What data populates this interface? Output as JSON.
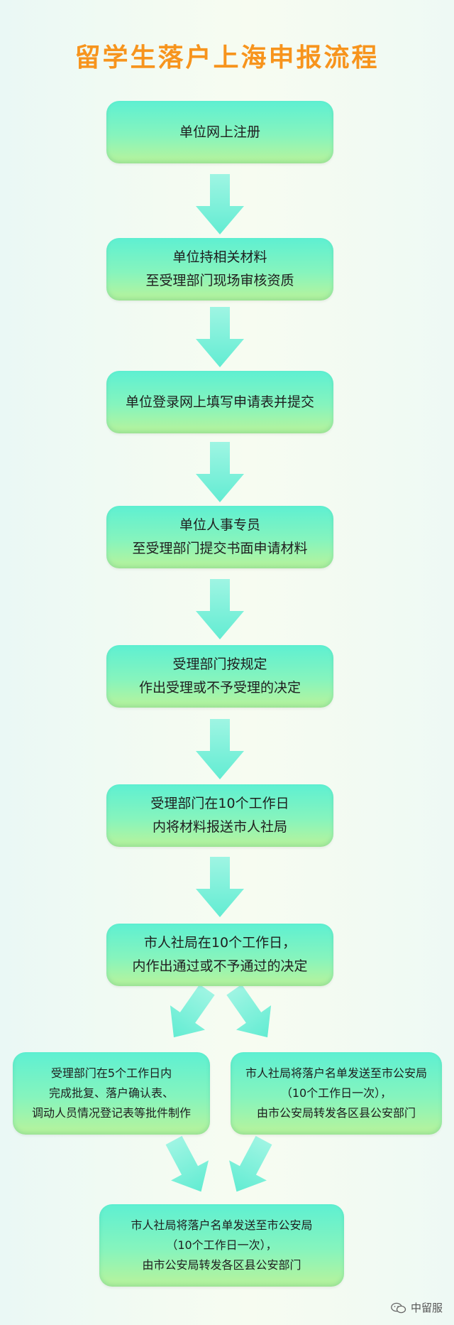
{
  "title": "留学生落户上海申报流程",
  "steps": [
    {
      "lines": [
        "单位网上注册"
      ]
    },
    {
      "lines": [
        "单位持相关材料",
        "至受理部门现场审核资质"
      ]
    },
    {
      "lines": [
        "单位登录网上填写申请表并提交"
      ]
    },
    {
      "lines": [
        "单位人事专员",
        "至受理部门提交书面申请材料"
      ]
    },
    {
      "lines": [
        "受理部门按规定",
        "作出受理或不予受理的决定"
      ]
    },
    {
      "lines": [
        "受理部门在10个工作日",
        "内将材料报送市人社局"
      ]
    },
    {
      "lines": [
        "市人社局在10个工作日，",
        "内作出通过或不予通过的决定"
      ]
    }
  ],
  "branches": {
    "left": {
      "lines": [
        "受理部门在5个工作日内",
        "完成批复、落户确认表、",
        "调动人员情况登记表等批件制作"
      ]
    },
    "right": {
      "lines": [
        "市人社局将落户名单发送至市公安局",
        "（10个工作日一次），",
        "由市公安局转发各区县公安部门"
      ]
    }
  },
  "final": {
    "lines": [
      "市人社局将落户名单发送至市公安局",
      "（10个工作日一次），",
      "由市公安局转发各区县公安部门"
    ]
  },
  "watermark": {
    "icon": "wechat-icon",
    "text": "中留服"
  },
  "colors": {
    "title": "#f7941d",
    "box_top": "#5ef0d2",
    "box_bottom": "#b9f39a",
    "arrow": "#7ff0dc"
  }
}
